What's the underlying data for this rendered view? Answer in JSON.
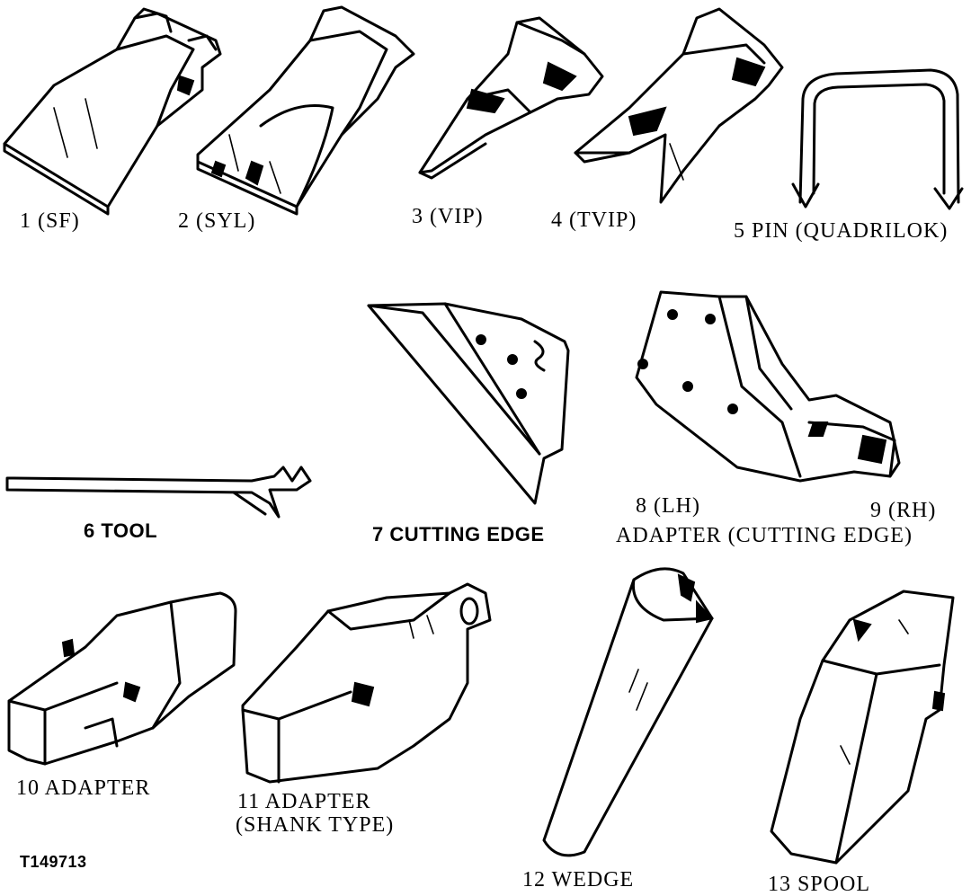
{
  "parts": [
    {
      "label": "1 (SF)",
      "name": "sf-tooth"
    },
    {
      "label": "2 (SYL)",
      "name": "syl-tooth"
    },
    {
      "label": "3 (VIP)",
      "name": "vip-tooth"
    },
    {
      "label": "4 (TVIP)",
      "name": "tvip-tooth"
    },
    {
      "label": "5 PIN (QUADRILOK)",
      "name": "quadrilok-pin"
    },
    {
      "label": "6 TOOL",
      "name": "tool"
    },
    {
      "label": "7 CUTTING EDGE",
      "name": "cutting-edge"
    },
    {
      "label": "8 (LH)",
      "name": "adapter-lh"
    },
    {
      "label": "9 (RH)",
      "name": "adapter-rh"
    },
    {
      "label": "ADAPTER (CUTTING EDGE)",
      "name": "adapter-cutting-edge"
    },
    {
      "label": "10 ADAPTER",
      "name": "adapter"
    },
    {
      "label": "11 ADAPTER",
      "name": "adapter-shank"
    },
    {
      "label": "(SHANK TYPE)",
      "name": "shank-type"
    },
    {
      "label": "12 WEDGE",
      "name": "wedge"
    },
    {
      "label": "13 SPOOL",
      "name": "spool"
    }
  ],
  "figure_id": "T149713"
}
